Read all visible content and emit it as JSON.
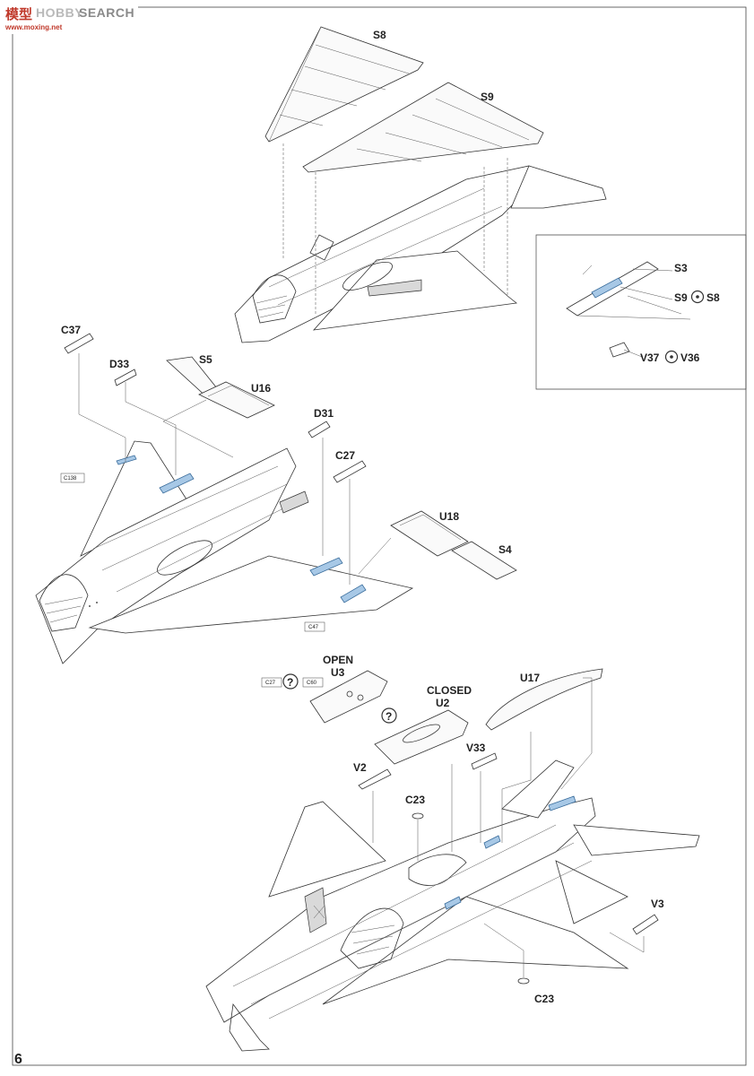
{
  "watermark": {
    "brand_cn": "模型",
    "brand_en": "SEARCH",
    "brand_prefix": "HOBBY",
    "url": "www.moxing.net"
  },
  "page_number": "6",
  "top_assembly": {
    "labels": [
      "S8",
      "S9"
    ]
  },
  "inset": {
    "labels": {
      "s3": "S3",
      "s9": "S9",
      "s8": "S8",
      "v37": "V37",
      "v36": "V36"
    }
  },
  "middle_assembly": {
    "labels": {
      "c37": "C37",
      "d33": "D33",
      "s5": "S5",
      "u16": "U16",
      "d31": "D31",
      "c27": "C27",
      "u18": "U18",
      "s4": "S4",
      "c138": "C138",
      "c47": "C47"
    }
  },
  "bottom_assembly": {
    "options": {
      "open_label": "OPEN",
      "open_part": "U3",
      "closed_label": "CLOSED",
      "closed_part": "U2",
      "ref_c27": "C27",
      "ref_c60": "C60",
      "question_mark": "?"
    },
    "labels": {
      "u17": "U17",
      "v33": "V33",
      "v2": "V2",
      "c23_top": "C23",
      "v3": "V3",
      "c23_bottom": "C23"
    }
  }
}
